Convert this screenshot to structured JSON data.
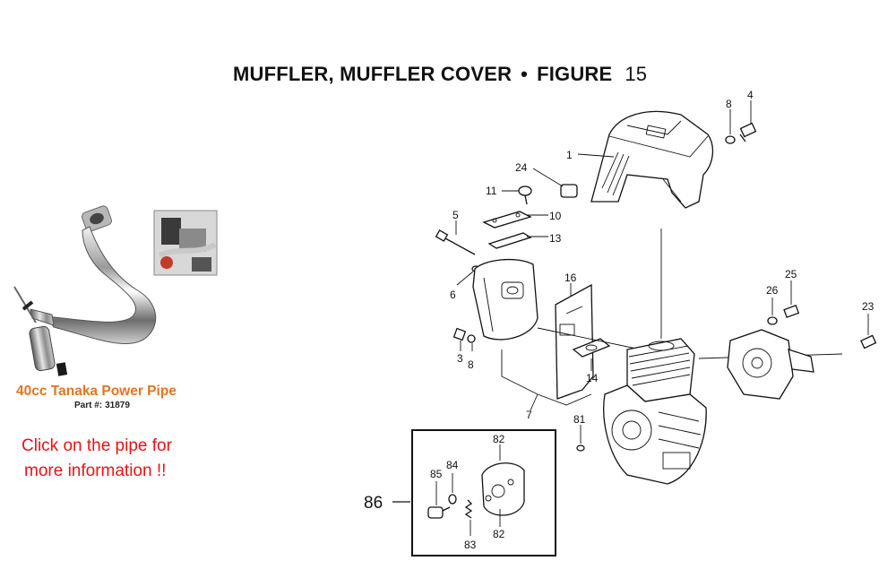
{
  "title": {
    "main": "MUFFLER, MUFFLER COVER",
    "separator": "•",
    "figure_label": "FIGURE",
    "figure_number": "15"
  },
  "promo": {
    "product_name": "40cc Tanaka Power Pipe",
    "part_label": "Part #:",
    "part_number": "31879",
    "click_line1": "Click on the pipe for",
    "click_line2": "more information !!",
    "name_color": "#e8741e",
    "click_color": "#ee1111"
  },
  "callouts": {
    "c1": "1",
    "c3": "3",
    "c4": "4",
    "c5": "5",
    "c6": "6",
    "c7": "7",
    "c8a": "8",
    "c8b": "8",
    "c10": "10",
    "c11": "11",
    "c13": "13",
    "c14": "14",
    "c16": "16",
    "c23": "23",
    "c24": "24",
    "c25": "25",
    "c26": "26",
    "c81": "81",
    "c82a": "82",
    "c82b": "82",
    "c83": "83",
    "c84": "84",
    "c85": "85",
    "c86": "86"
  }
}
